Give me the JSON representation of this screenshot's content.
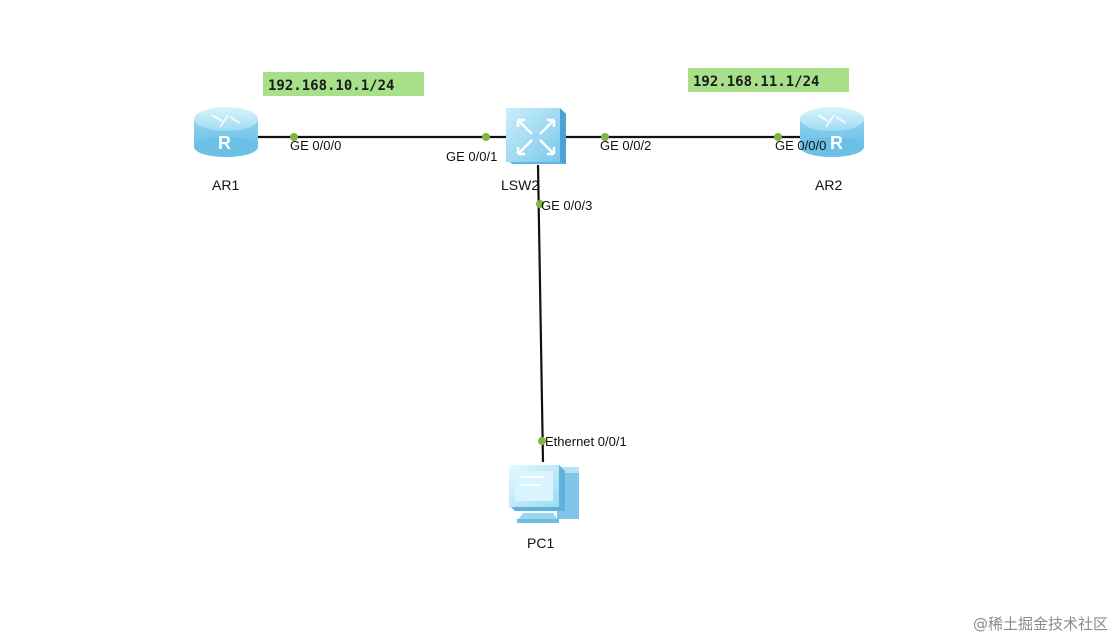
{
  "colors": {
    "link": "#111111",
    "port_dot": "#7fb540",
    "ip_highlight": "#a8e08a",
    "router_body": "#8fd3ef",
    "switch_body": "#9ad6f0",
    "pc_body": "#8ecfee"
  },
  "devices": {
    "ar1": {
      "name": "AR1",
      "icon": "router-icon",
      "glyph": "R"
    },
    "lsw2": {
      "name": "LSW2",
      "icon": "switch-icon"
    },
    "ar2": {
      "name": "AR2",
      "icon": "router-icon",
      "glyph": "R"
    },
    "pc1": {
      "name": "PC1",
      "icon": "pc-icon"
    }
  },
  "ip_labels": {
    "ar1": "192.168.10.1/24",
    "ar2": "192.168.11.1/24"
  },
  "links": [
    {
      "from": "AR1",
      "from_port": "GE 0/0/0",
      "to": "LSW2",
      "to_port": "GE 0/0/1"
    },
    {
      "from": "LSW2",
      "from_port": "GE 0/0/2",
      "to": "AR2",
      "to_port": "GE 0/0/0"
    },
    {
      "from": "LSW2",
      "from_port": "GE 0/0/3",
      "to": "PC1",
      "to_port": "Ethernet 0/0/1"
    }
  ],
  "ports": {
    "ar1_ge000": "GE 0/0/0",
    "lsw2_ge001": "GE 0/0/1",
    "lsw2_ge002": "GE 0/0/2",
    "ar2_ge000": "GE 0/0/0",
    "lsw2_ge003": "GE 0/0/3",
    "pc1_eth001": "Ethernet 0/0/1"
  },
  "watermark": "@稀土掘金技术社区"
}
